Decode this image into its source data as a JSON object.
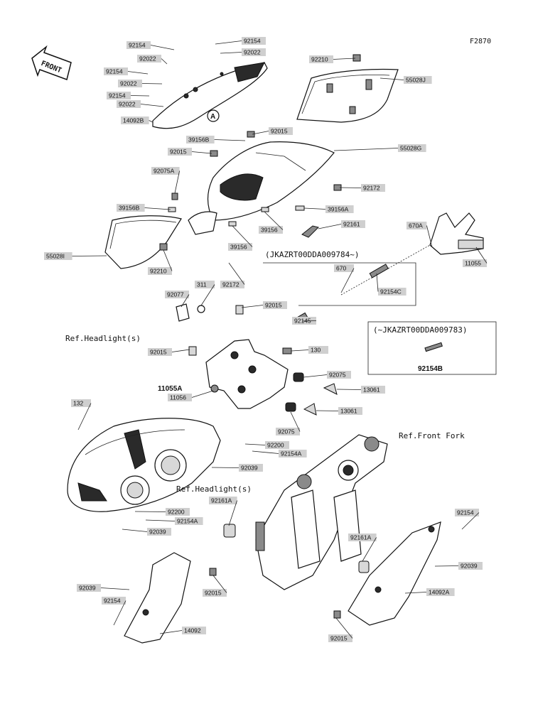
{
  "figure_id": "F2870",
  "front_label": "FRONT",
  "variant_a": "(JKAZRT00DDA009784~)",
  "variant_b": "(~JKAZRT00DDA009783)",
  "variant_b_part": "92154B",
  "reference_marker": "A",
  "ref_labels": {
    "headlight_top": "Ref.Headlight(s)",
    "headlight_mid": "Ref.Headlight(s)",
    "front_fork": "Ref.Front Fork"
  },
  "part_labels": [
    {
      "id": "p01",
      "text": "92154"
    },
    {
      "id": "p02",
      "text": "92022"
    },
    {
      "id": "p03",
      "text": "92154"
    },
    {
      "id": "p04",
      "text": "92022"
    },
    {
      "id": "p05",
      "text": "92154"
    },
    {
      "id": "p06",
      "text": "92022"
    },
    {
      "id": "p07",
      "text": "92154"
    },
    {
      "id": "p08",
      "text": "92022"
    },
    {
      "id": "p09",
      "text": "14092B"
    },
    {
      "id": "p10",
      "text": "92210"
    },
    {
      "id": "p11",
      "text": "55028J"
    },
    {
      "id": "p12",
      "text": "39156B"
    },
    {
      "id": "p13",
      "text": "92015"
    },
    {
      "id": "p14",
      "text": "92015"
    },
    {
      "id": "p15",
      "text": "55028G"
    },
    {
      "id": "p16",
      "text": "92075A"
    },
    {
      "id": "p17",
      "text": "92172"
    },
    {
      "id": "p18",
      "text": "39156B"
    },
    {
      "id": "p19",
      "text": "39156A"
    },
    {
      "id": "p20",
      "text": "39156"
    },
    {
      "id": "p21",
      "text": "92161"
    },
    {
      "id": "p22",
      "text": "670A"
    },
    {
      "id": "p23",
      "text": "39156"
    },
    {
      "id": "p24",
      "text": "55028I"
    },
    {
      "id": "p25",
      "text": "92210"
    },
    {
      "id": "p26",
      "text": "11055"
    },
    {
      "id": "p27",
      "text": "670"
    },
    {
      "id": "p28",
      "text": "92172"
    },
    {
      "id": "p29",
      "text": "311"
    },
    {
      "id": "p30",
      "text": "92077"
    },
    {
      "id": "p31",
      "text": "92154C"
    },
    {
      "id": "p32",
      "text": "92015"
    },
    {
      "id": "p33",
      "text": "92145"
    },
    {
      "id": "p34",
      "text": "92015"
    },
    {
      "id": "p35",
      "text": "130"
    },
    {
      "id": "p36",
      "text": "92075"
    },
    {
      "id": "p37",
      "text": "11056"
    },
    {
      "id": "p38",
      "text": "13061"
    },
    {
      "id": "p39",
      "text": "132"
    },
    {
      "id": "p40",
      "text": "13061"
    },
    {
      "id": "p41",
      "text": "92075"
    },
    {
      "id": "p42",
      "text": "92200"
    },
    {
      "id": "p43",
      "text": "92154A"
    },
    {
      "id": "p44",
      "text": "92039"
    },
    {
      "id": "p45",
      "text": "92161A"
    },
    {
      "id": "p46",
      "text": "92200"
    },
    {
      "id": "p47",
      "text": "92154A"
    },
    {
      "id": "p48",
      "text": "92039"
    },
    {
      "id": "p49",
      "text": "92154"
    },
    {
      "id": "p50",
      "text": "92161A"
    },
    {
      "id": "p51",
      "text": "92039"
    },
    {
      "id": "p52",
      "text": "92039"
    },
    {
      "id": "p53",
      "text": "92015"
    },
    {
      "id": "p54",
      "text": "14092A"
    },
    {
      "id": "p55",
      "text": "92154"
    },
    {
      "id": "p56",
      "text": "14092"
    },
    {
      "id": "p57",
      "text": "92015"
    }
  ],
  "bold_labels": {
    "b1": "11055A"
  }
}
